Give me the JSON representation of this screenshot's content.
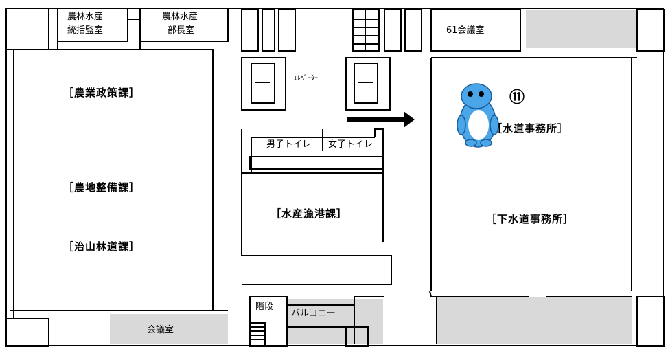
{
  "floor_plan": {
    "rooms": {
      "director_room_line1": "農林水産",
      "director_room_line2": "統括監室",
      "head_room_line1": "農林水産",
      "head_room_line2": "部長室",
      "meeting_room_61": "61会議室",
      "elevator": "ｴﾚﾍﾞｰﾀｰ",
      "mens_toilet": "男子トイレ",
      "womens_toilet": "女子トイレ",
      "stairs": "階段",
      "balcony": "バルコニー",
      "meeting_room": "会議室"
    },
    "departments": {
      "agri_policy": "［農業政策課］",
      "agri_land": "［農地整備課］",
      "forest_road": "［治山林道課］",
      "fisheries_port": "［水産漁港課］",
      "waterworks": "［水道事務所］",
      "sewerage": "［下水道事務所］"
    },
    "location_number": "⑪",
    "colors": {
      "wall": "#000000",
      "shaded_area": "#d9d9d9",
      "mascot_body": "#4aa6e8",
      "mascot_belly": "#ffffff"
    },
    "icons": [
      "mascot-icon",
      "arrow-right-icon",
      "elevator-icon",
      "stairs-icon"
    ]
  }
}
